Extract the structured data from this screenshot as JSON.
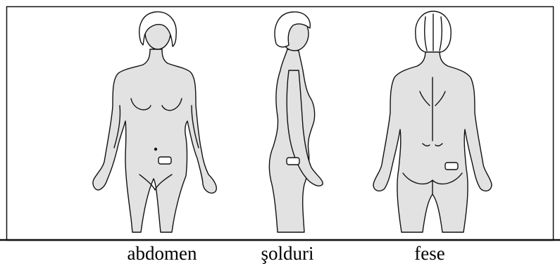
{
  "figure": {
    "subjects": [
      {
        "view": "front",
        "patch_site": "abdomen"
      },
      {
        "view": "side",
        "patch_site": "solduri"
      },
      {
        "view": "back",
        "patch_site": "fese"
      }
    ]
  },
  "captions": {
    "front": "abdomen",
    "side": "şolduri",
    "back": "fese"
  },
  "colors": {
    "skin": "#e2e2e2",
    "outline": "#111111",
    "background": "#ffffff"
  }
}
